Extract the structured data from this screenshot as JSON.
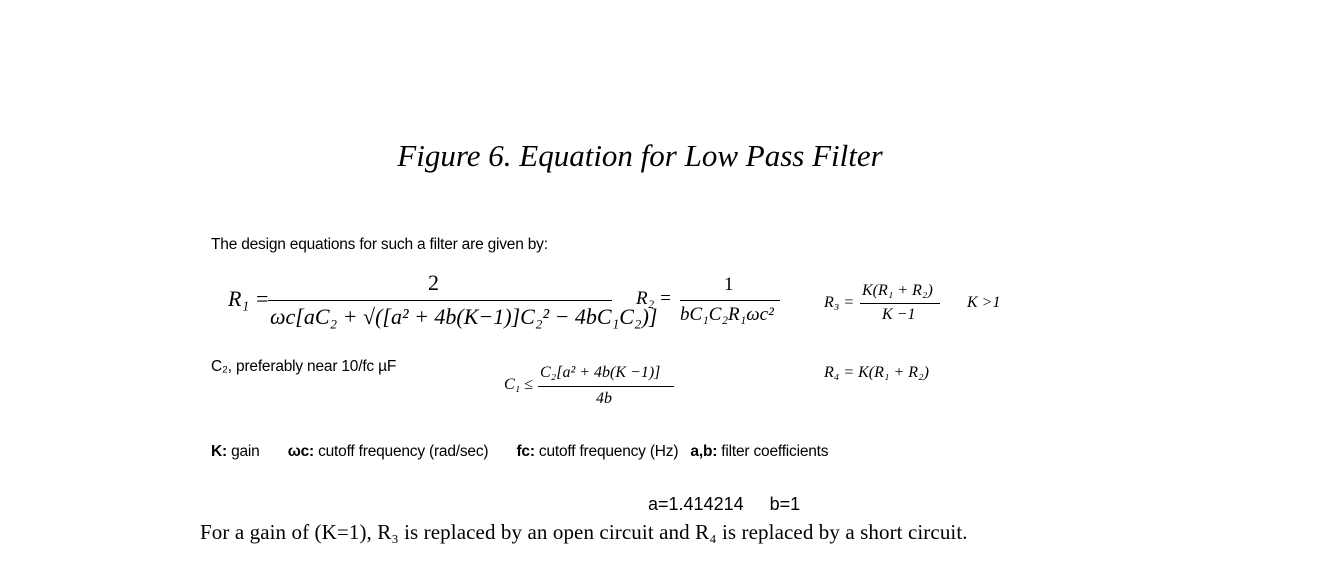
{
  "figure_title": "Figure 6. Equation for Low Pass Filter",
  "intro": "The design equations for such a filter are given by:",
  "equations": {
    "r1": {
      "lhs": "R₁ =",
      "numerator": "2",
      "denominator": "ωc[aC₂ + √([a² + 4b(K−1)]C₂² − 4bC₁C₂)]"
    },
    "r2": {
      "lhs": "R₂ =",
      "numerator": "1",
      "denominator": "bC₁C₂R₁ωc²"
    },
    "r3": {
      "lhs": "R₃ =",
      "numerator": "K(R₁ + R₂)",
      "denominator": "K −1"
    },
    "k_condition": "K >1",
    "c1": {
      "lhs": "C₁ ≤",
      "numerator": "C₂[a² + 4b(K −1)]",
      "denominator": "4b"
    },
    "r4": "R₄ = K(R₁ + R₂)"
  },
  "c2_note": "C₂, preferably near 10/fc µF",
  "legend": [
    {
      "symbol": "K:",
      "text": " gain"
    },
    {
      "symbol": "ωc:",
      "text": " cutoff frequency (rad/sec)"
    },
    {
      "symbol": "fc:",
      "text": " cutoff frequency (Hz)"
    },
    {
      "symbol": "a,b:",
      "text": " filter coefficients"
    }
  ],
  "coefficients": {
    "a": "a=1.414214",
    "b": "b=1"
  },
  "gain_note": "For a gain of (K=1), R₃ is replaced by an open circuit and R₄ is replaced by a short circuit."
}
